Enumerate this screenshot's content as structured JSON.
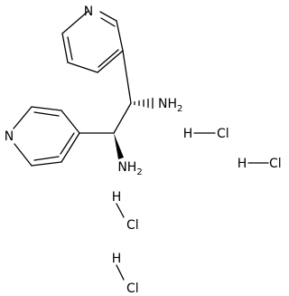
{
  "molecule": {
    "atoms": {
      "n_top": "N",
      "n_left": "N",
      "nh2_right": "NH2",
      "nh2_left": "NH2"
    },
    "salts": [
      {
        "h": "H",
        "cl": "Cl"
      },
      {
        "h": "H",
        "cl": "Cl"
      },
      {
        "h": "H",
        "cl": "Cl"
      },
      {
        "h": "H",
        "cl": "Cl"
      }
    ]
  }
}
